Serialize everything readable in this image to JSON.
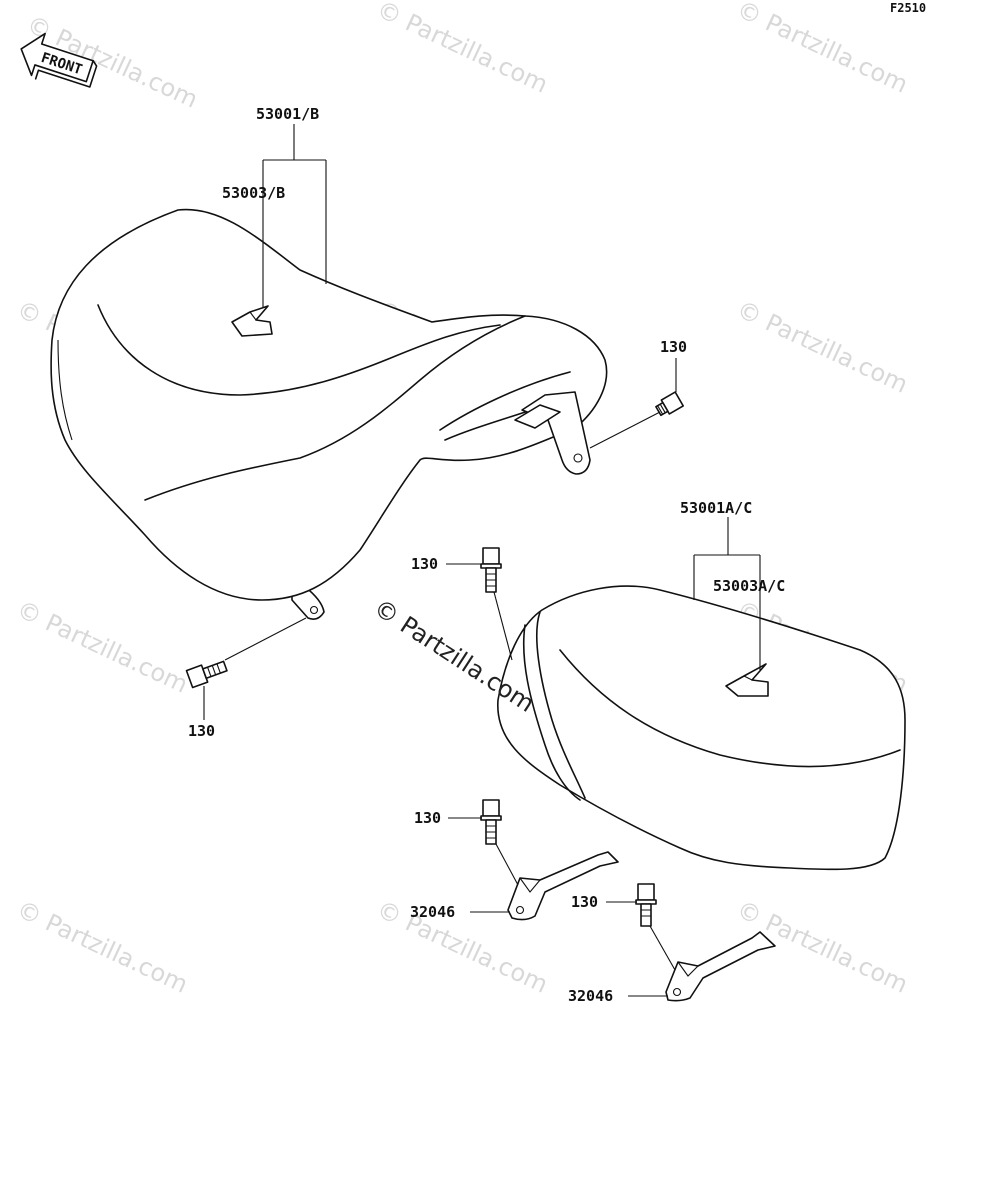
{
  "figure_code": "F2510",
  "front_arrow_label": "FRONT",
  "watermark": "© Partzilla.com",
  "labels": {
    "seat_main": "53001/B",
    "seat_main_cover": "53003/B",
    "seat_rear": "53001A/C",
    "seat_rear_cover": "53003A/C",
    "bolt_upper_right": "130",
    "bolt_left_lower": "130",
    "bolt_center": "130",
    "bolt_bracket_left": "130",
    "bolt_bracket_right": "130",
    "bracket_left": "32046",
    "bracket_right": "32046"
  }
}
